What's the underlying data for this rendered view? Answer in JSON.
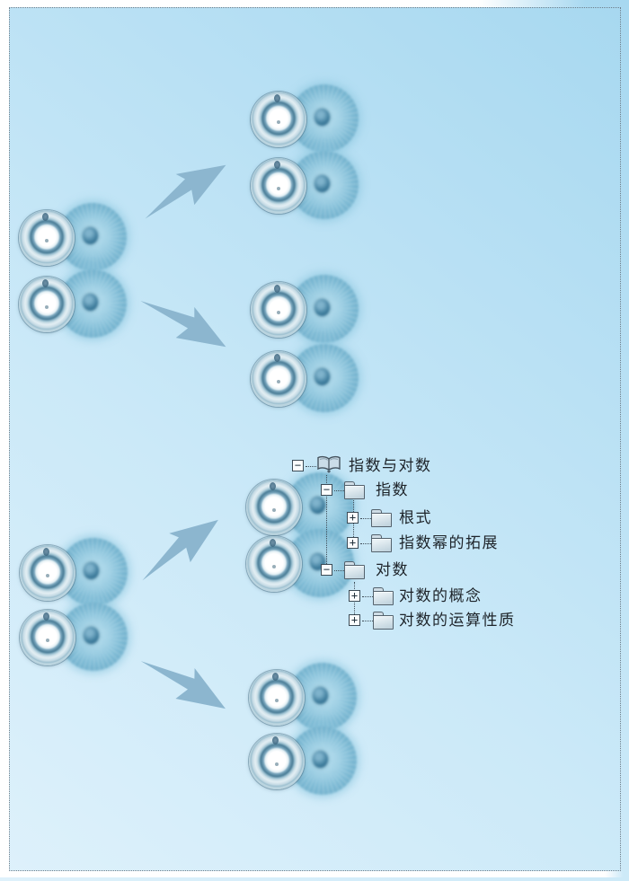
{
  "tree": {
    "rows": [
      {
        "glyph": "−",
        "label": "指数与对数",
        "icon": "book-icon",
        "level": 0,
        "state": "expanded"
      },
      {
        "glyph": "−",
        "label": "指数",
        "icon": "folder-icon",
        "level": 1,
        "state": "expanded"
      },
      {
        "glyph": "+",
        "label": "根式",
        "icon": "folder-icon",
        "level": 2,
        "state": "collapsed"
      },
      {
        "glyph": "+",
        "label": "指数幂的拓展",
        "icon": "folder-icon",
        "level": 2,
        "state": "collapsed"
      },
      {
        "glyph": "−",
        "label": "对数",
        "icon": "folder-icon",
        "level": 1,
        "state": "expanded"
      },
      {
        "glyph": "+",
        "label": "对数的概念",
        "icon": "folder-icon",
        "level": 2,
        "state": "collapsed"
      },
      {
        "glyph": "+",
        "label": "对数的运算性质",
        "icon": "folder-icon",
        "level": 2,
        "state": "collapsed"
      }
    ]
  },
  "illustration": {
    "cell_groups": [
      {
        "name": "parent-cell-pair-top-left"
      },
      {
        "name": "daughter-cell-pair-upper-right"
      },
      {
        "name": "daughter-cell-pair-middle-right"
      },
      {
        "name": "parent-cell-pair-bottom-left"
      },
      {
        "name": "daughter-cell-pair-behind-tree"
      },
      {
        "name": "daughter-cell-pair-lower-right"
      }
    ],
    "arrows": [
      {
        "name": "arrow-top-up-right",
        "direction": "up-right"
      },
      {
        "name": "arrow-top-down-right",
        "direction": "down-right"
      },
      {
        "name": "arrow-bottom-up-right",
        "direction": "up-right"
      },
      {
        "name": "arrow-bottom-down-right",
        "direction": "down-right"
      }
    ]
  },
  "colors": {
    "background_bottom_left": "#def1fb",
    "background_top_right": "#a7d8f0",
    "arrow": "#8cb6cf",
    "cell_ring": "#55869f",
    "fuzzy_cell": "#8ac6e0",
    "tree_text": "#1e242a",
    "dotted_border": "#6e7e8a"
  }
}
